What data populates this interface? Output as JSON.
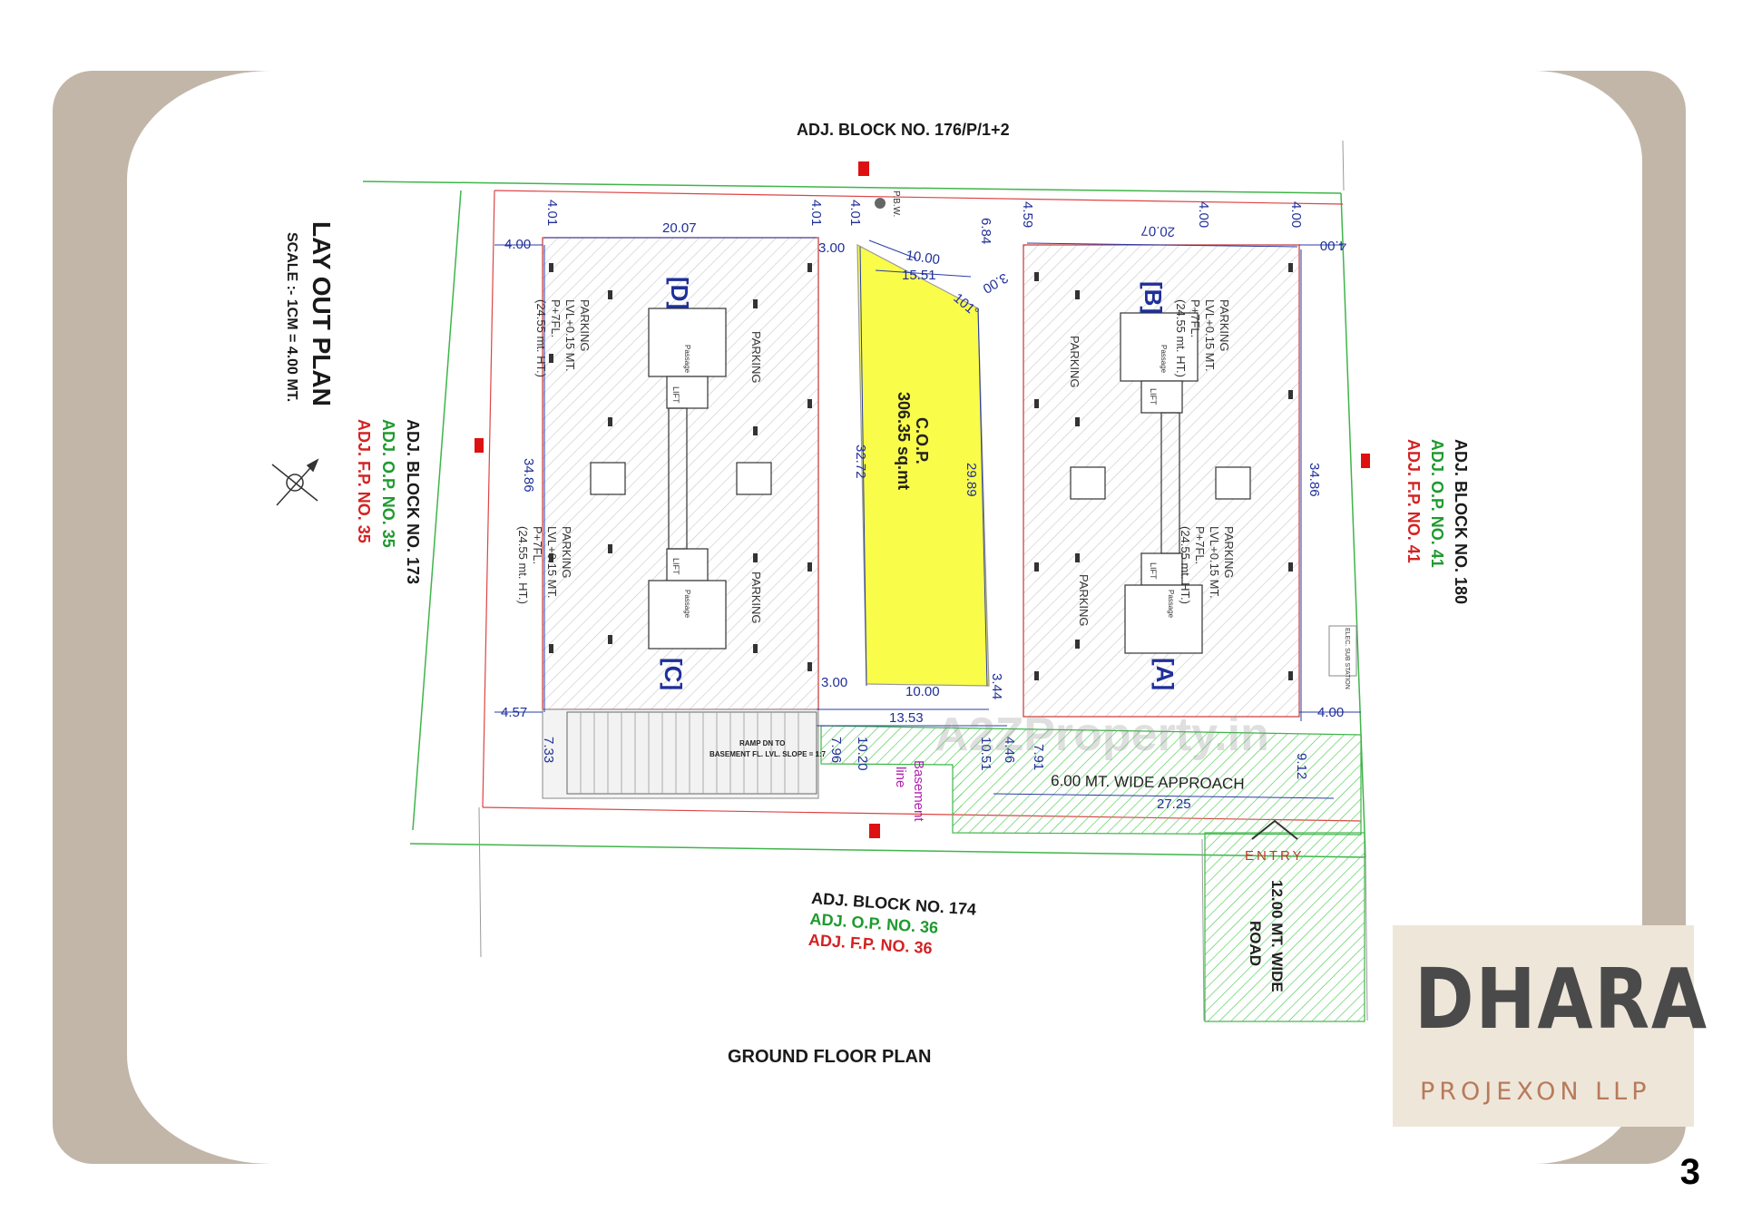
{
  "title": "LAY OUT PLAN",
  "scale": "SCALE :- 1CM = 4.00 MT.",
  "plan_caption": "GROUND FLOOR PLAN",
  "page_number": "3",
  "adj_top": "ADJ. BLOCK NO. 176/P/1+2",
  "adj_left": {
    "block": "ADJ. BLOCK NO. 173",
    "op": "ADJ. O.P. NO. 35",
    "fp": "ADJ. F.P. NO. 35"
  },
  "adj_right": {
    "block": "ADJ. BLOCK NO. 180",
    "op": "ADJ. O.P. NO. 41",
    "fp": "ADJ. F.P. NO. 41"
  },
  "adj_bottom": {
    "block": "ADJ. BLOCK NO. 174",
    "op": "ADJ. O.P. NO. 36",
    "fp": "ADJ. F.P. NO. 36"
  },
  "cop": {
    "label": "C.O.P.",
    "area": "306.35 sq.mt"
  },
  "blocks": {
    "a": "[A]",
    "b": "[B]",
    "c": "[C]",
    "d": "[D]"
  },
  "parking_label": "PARKING",
  "parking_lines": [
    "PARKING",
    "LVL+0.15 MT.",
    "P+7FL.",
    "(24.55 mt. HT.)"
  ],
  "lift": "LIFT",
  "passage": "Passage",
  "approach": "6.00 MT. WIDE APPROACH",
  "road": [
    "12.00 MT. WIDE",
    "ROAD"
  ],
  "entry": "ENTRY",
  "basement": [
    "Basement",
    "line"
  ],
  "ramp": [
    "RAMP DN TO",
    "BASEMENT FL. LVL. SLOPE = 1:7"
  ],
  "pbw": "P.B.W.",
  "elec": "ELEC. SUB STATION",
  "watermark": "A2ZProperty.in",
  "logo": {
    "word": "DHARA",
    "sub": "PROJEXON LLP"
  },
  "dimensions": {
    "top_left_block_width": "20.07",
    "top_right_block_width": "20.07",
    "setback_4": "4.00",
    "d401": "4.01",
    "d459": "4.59",
    "d684": "6.84",
    "d300": "3.00",
    "d1000": "10.00",
    "d1551": "15.51",
    "d3272": "32.72",
    "d2989": "29.89",
    "d3486": "34.86",
    "d344": "3.44",
    "d1353": "13.53",
    "d457": "4.57",
    "d733": "7.33",
    "d796": "7.96",
    "d1020": "10.20",
    "d1051": "10.51",
    "d446": "4.46",
    "d791": "7.91",
    "d912": "9.12",
    "d2725": "27.25",
    "angle": "101°"
  }
}
